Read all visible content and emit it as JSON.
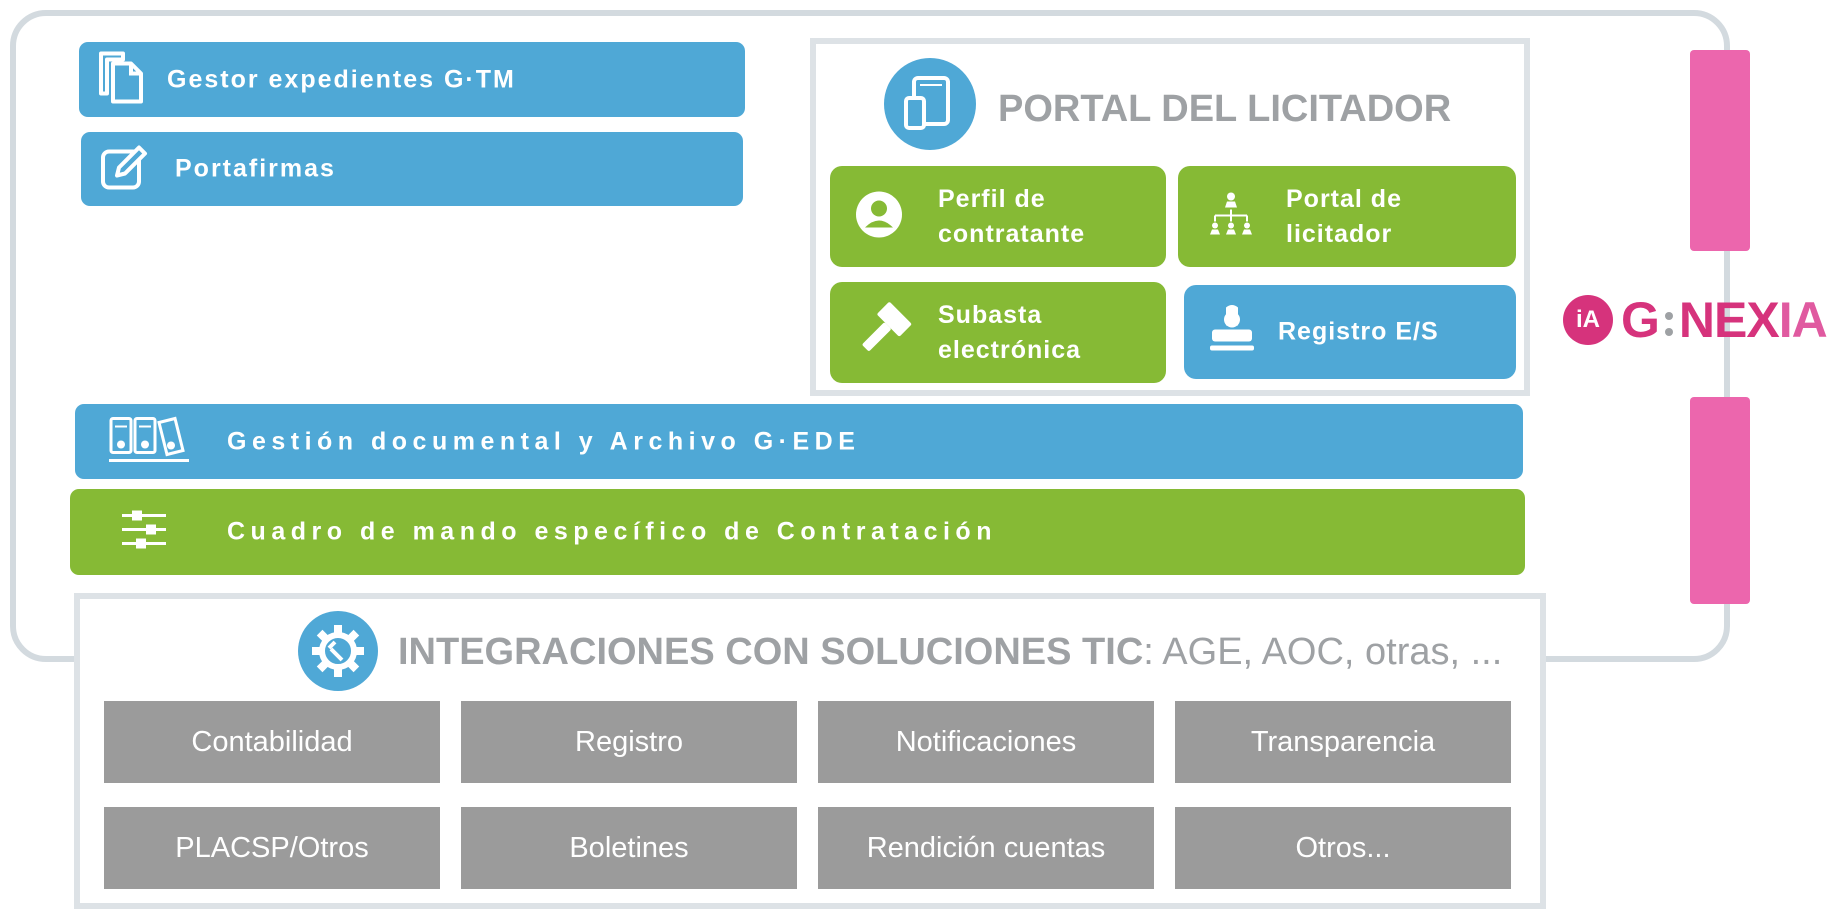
{
  "modules": {
    "gestor": "Gestor expedientes G·TM",
    "portafirmas": "Portafirmas",
    "gestion_documental": "Gestión documental y Archivo G·EDE",
    "cuadro_mando": "Cuadro de mando específico de Contratación"
  },
  "portal": {
    "title": "PORTAL DEL LICITADOR",
    "tiles": {
      "perfil": [
        "Perfil de",
        "contratante"
      ],
      "portal_licitador": [
        "Portal de",
        "licitador"
      ],
      "subasta": [
        "Subasta",
        "electrónica"
      ],
      "registro_es": "Registro E/S"
    }
  },
  "integraciones": {
    "title_bold": "INTEGRACIONES CON SOLUCIONES TIC",
    "title_rest": ": AGE, AOC, otras, ...",
    "boxes": [
      "Contabilidad",
      "Registro",
      "Notificaciones",
      "Transparencia",
      "PLACSP/Otros",
      "Boletines",
      "Rendición cuentas",
      "Otros..."
    ]
  },
  "brand": {
    "logo_badge": "iA",
    "logo_text_g": "G",
    "logo_text_nex": "NEX",
    "logo_text_ia": "IA"
  },
  "colors": {
    "blue": "#4fa8d6",
    "green": "#86ba35",
    "gray": "#9b9b9b",
    "pink": "#ec66ad",
    "frame": "#d3dadf",
    "heading_gray": "#9ea1a4"
  },
  "icons": [
    "document-icon",
    "edit-icon",
    "tablet-phone-icon",
    "user-circle-icon",
    "org-chart-icon",
    "gavel-icon",
    "stamp-icon",
    "archive-binders-icon",
    "sliders-icon",
    "gear-wrench-icon"
  ]
}
